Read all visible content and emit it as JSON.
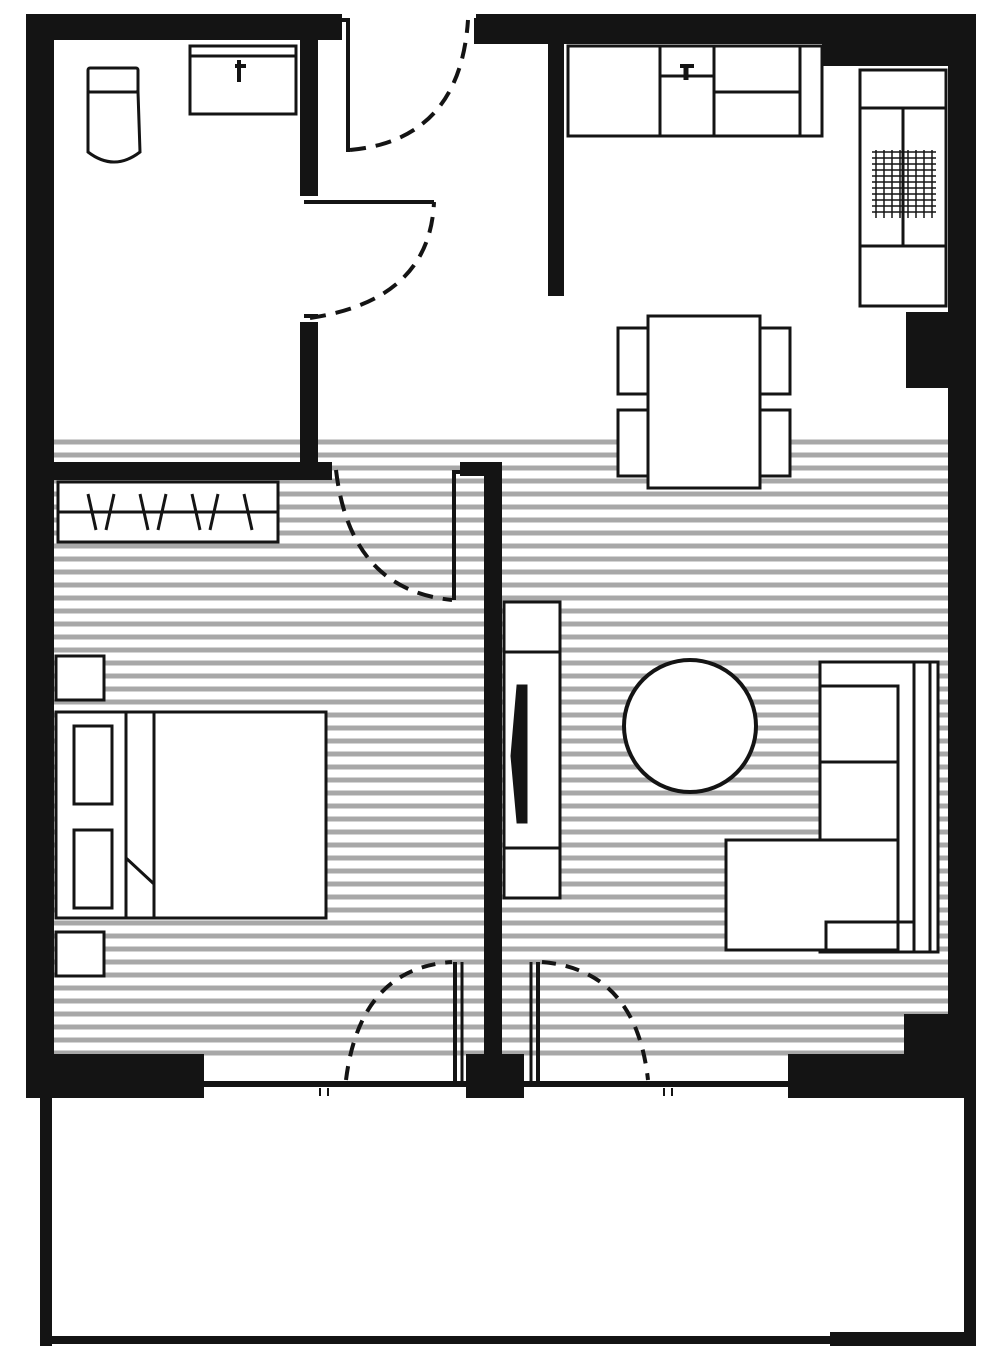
{
  "plan": {
    "style": {
      "wall_color": "#141414",
      "line_color": "#141414",
      "floor_stripe_color": "#a8a8a8",
      "background": "#ffffff"
    },
    "rooms": [
      {
        "id": "bathroom",
        "flooring": "plain"
      },
      {
        "id": "entry-hall",
        "flooring": "plain"
      },
      {
        "id": "kitchen",
        "flooring": "plain"
      },
      {
        "id": "bedroom",
        "flooring": "hatched-stripes"
      },
      {
        "id": "living-room",
        "flooring": "hatched-stripes"
      },
      {
        "id": "balcony",
        "flooring": "plain"
      }
    ],
    "doors": [
      {
        "id": "entry-door",
        "type": "swing"
      },
      {
        "id": "bathroom-door",
        "type": "swing"
      },
      {
        "id": "bedroom-door",
        "type": "swing"
      },
      {
        "id": "bedroom-balcony-door",
        "type": "sliding-swing"
      },
      {
        "id": "living-balcony-door",
        "type": "sliding-swing"
      }
    ],
    "fixtures": [
      {
        "id": "toilet",
        "icon": "toilet-icon"
      },
      {
        "id": "washbasin",
        "icon": "sink-icon"
      },
      {
        "id": "kitchen-counter",
        "icon": "counter-icon"
      },
      {
        "id": "kitchen-sink",
        "icon": "sink-icon"
      },
      {
        "id": "fridge-oven-column",
        "icon": "appliance-icon"
      },
      {
        "id": "dining-table",
        "icon": "table-icon",
        "chairs": 4
      },
      {
        "id": "wardrobe",
        "icon": "wardrobe-icon"
      },
      {
        "id": "double-bed",
        "icon": "bed-icon",
        "pillows": 2
      },
      {
        "id": "nightstands",
        "icon": "nightstand-icon",
        "count": 2
      },
      {
        "id": "tv-unit",
        "icon": "tv-icon"
      },
      {
        "id": "round-coffee-table",
        "icon": "round-table-icon"
      },
      {
        "id": "corner-sofa",
        "icon": "sofa-icon"
      }
    ]
  }
}
